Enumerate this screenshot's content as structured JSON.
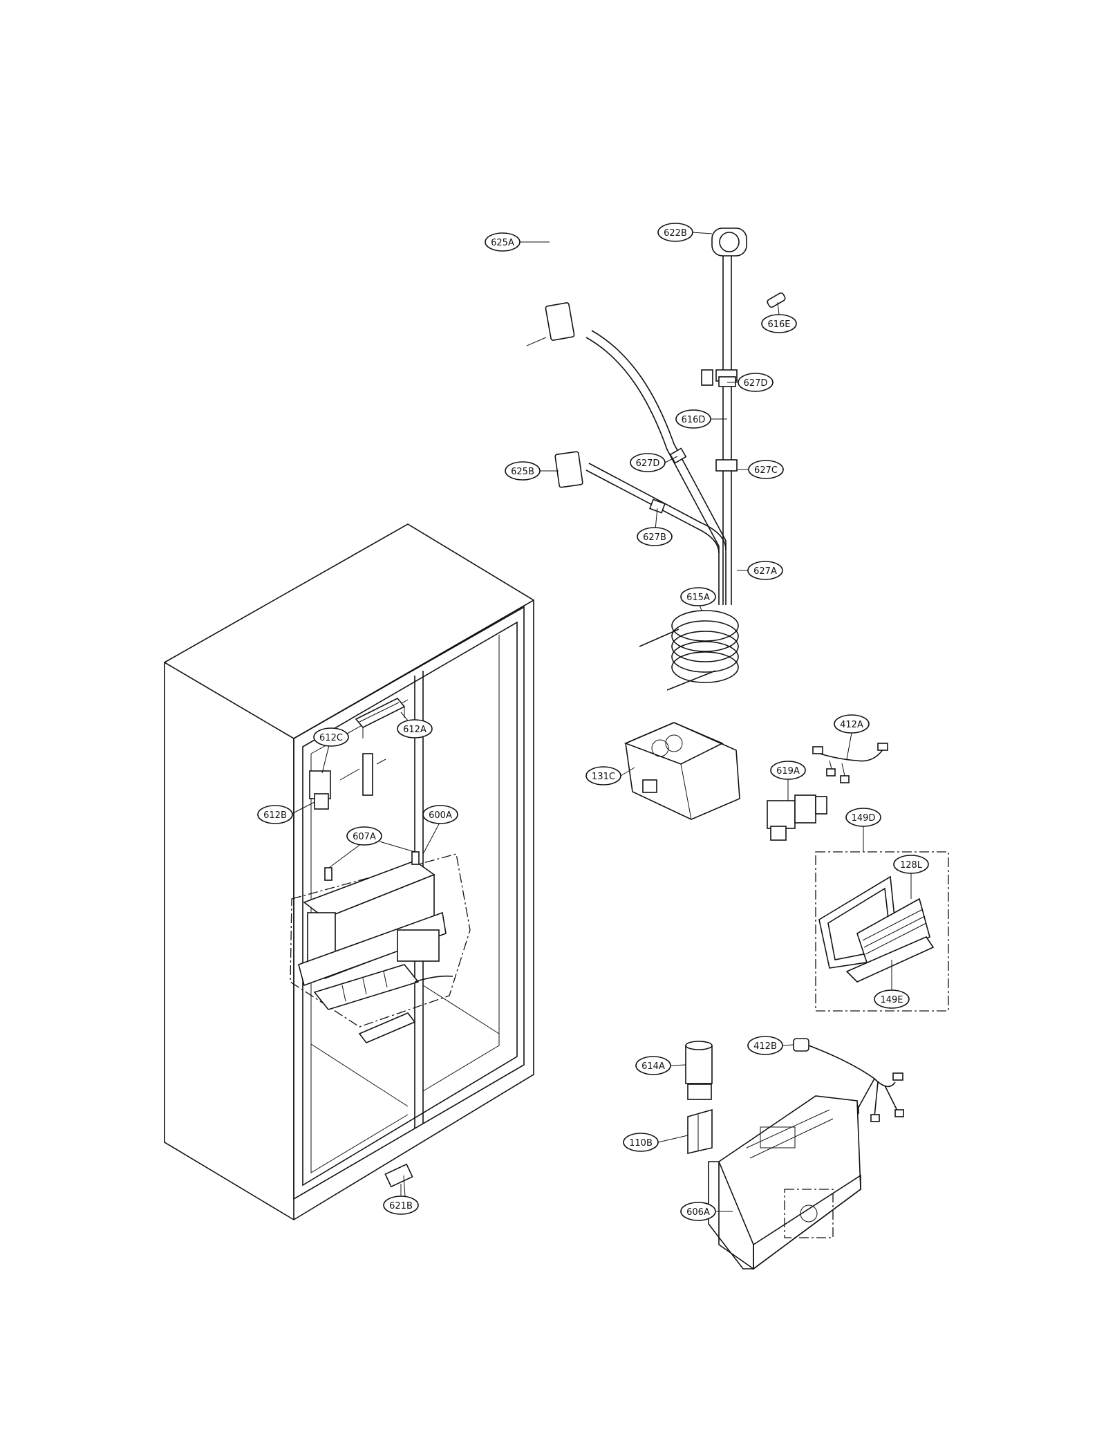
{
  "diagram": {
    "callouts": [
      {
        "id": "c625A",
        "text": "625A"
      },
      {
        "id": "c622B",
        "text": "622B"
      },
      {
        "id": "c616E",
        "text": "616E"
      },
      {
        "id": "c627D_top",
        "text": "627D"
      },
      {
        "id": "c616D",
        "text": "616D"
      },
      {
        "id": "c627D_mid",
        "text": "627D"
      },
      {
        "id": "c625B",
        "text": "625B"
      },
      {
        "id": "c627C",
        "text": "627C"
      },
      {
        "id": "c627B",
        "text": "627B"
      },
      {
        "id": "c627A",
        "text": "627A"
      },
      {
        "id": "c615A",
        "text": "615A"
      },
      {
        "id": "c612A",
        "text": "612A"
      },
      {
        "id": "c612C",
        "text": "612C"
      },
      {
        "id": "c612B",
        "text": "612B"
      },
      {
        "id": "c600A",
        "text": "600A"
      },
      {
        "id": "c607A",
        "text": "607A"
      },
      {
        "id": "c131C",
        "text": "131C"
      },
      {
        "id": "c412A",
        "text": "412A"
      },
      {
        "id": "c619A",
        "text": "619A"
      },
      {
        "id": "c149D",
        "text": "149D"
      },
      {
        "id": "c128L",
        "text": "128L"
      },
      {
        "id": "c149E",
        "text": "149E"
      },
      {
        "id": "c412B",
        "text": "412B"
      },
      {
        "id": "c614A",
        "text": "614A"
      },
      {
        "id": "c110B",
        "text": "110B"
      },
      {
        "id": "c606A",
        "text": "606A"
      },
      {
        "id": "c621B",
        "text": "621B"
      }
    ]
  }
}
